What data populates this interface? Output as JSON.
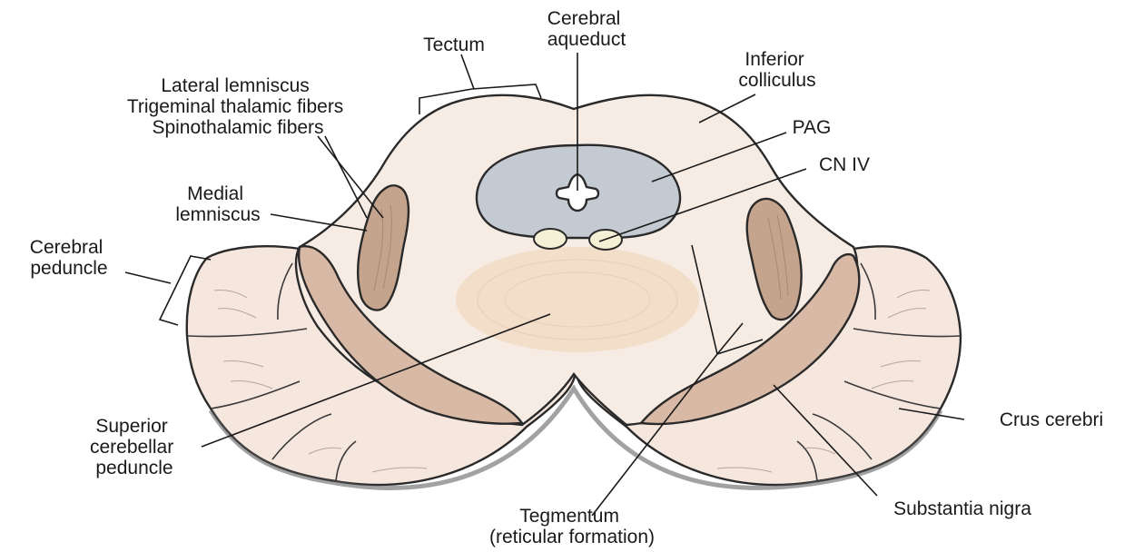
{
  "labels": {
    "cerebral_aqueduct": [
      "Cerebral",
      "aqueduct"
    ],
    "tectum": "Tectum",
    "inferior_colliculus": [
      "Inferior",
      "colliculus"
    ],
    "lateral_lemniscus_group": [
      "Lateral lemniscus",
      "Trigeminal thalamic fibers",
      "Spinothalamic fibers"
    ],
    "pag": "PAG",
    "cn_iv": "CN IV",
    "medial_lemniscus": [
      "Medial",
      "lemniscus"
    ],
    "cerebral_peduncle": [
      "Cerebral",
      "peduncle"
    ],
    "superior_cerebellar_peduncle": [
      "Superior",
      "cerebellar",
      "peduncle"
    ],
    "crus_cerebri": "Crus cerebri",
    "tegmentum": [
      "Tegmentum",
      "(reticular formation)"
    ],
    "substantia_nigra": "Substantia nigra"
  },
  "colors": {
    "tissue": "#f7ece4",
    "crus": "#f5e6de",
    "pag": "#c3cad2",
    "lemniscus": "#c5a48d",
    "nigra": "#d8b9a5",
    "reticular": "#f2ddc8",
    "nucleus": "#f4f0d6"
  }
}
